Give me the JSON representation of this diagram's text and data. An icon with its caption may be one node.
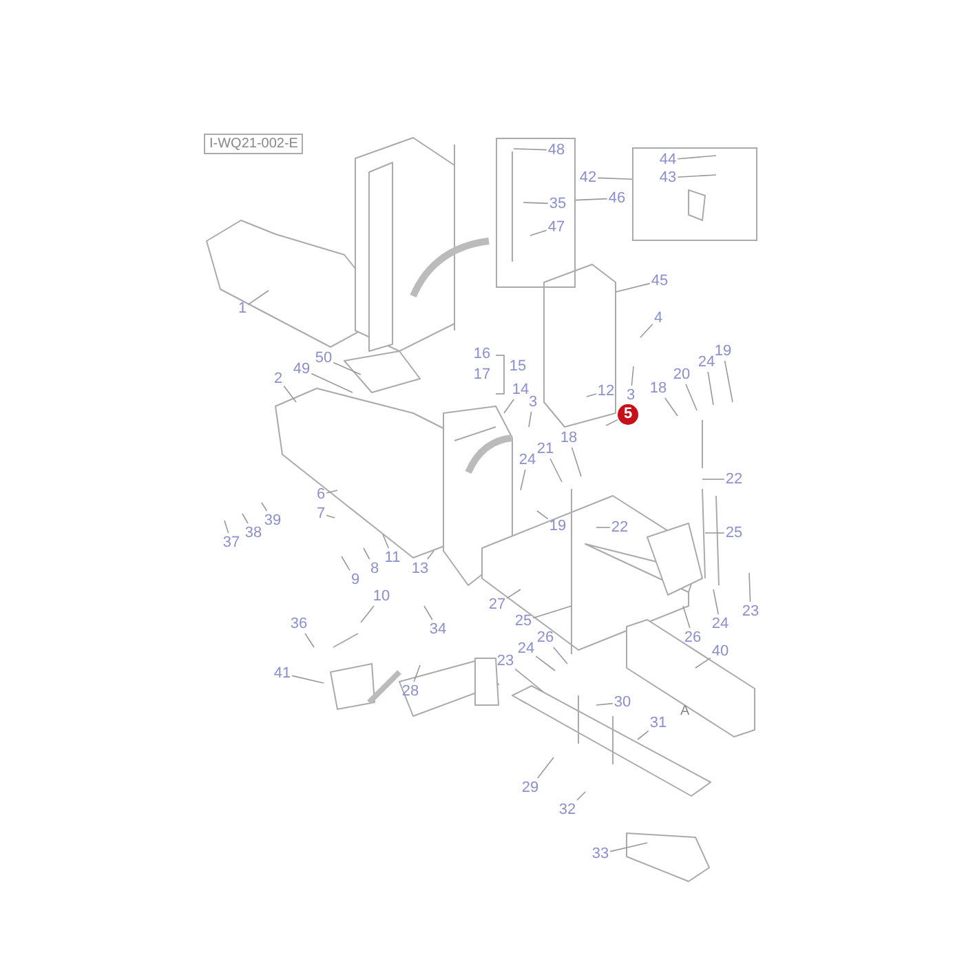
{
  "diagram": {
    "nodes": [
      {
        "text": [],
        "shape": "box"
      },
      {
        "text": [
          "48"
        ],
        "in": 0
      },
      {
        "text": [
          "35"
        ],
        "in": 0
      },
      {
        "text": [
          "47"
        ],
        "in": 0
      },
      {
        "text": [],
        "shape": "box"
      },
      {
        "text": [
          "44"
        ],
        "in": 4
      },
      {
        "text": [
          "43"
        ],
        "in": 4
      },
      {
        "text": [
          "42"
        ]
      },
      {
        "text": [
          "46"
        ]
      },
      {
        "text": [
          "45"
        ]
      },
      {
        "text": [
          "1"
        ]
      },
      {
        "text": [
          "4"
        ]
      },
      {
        "text": [
          "50"
        ]
      },
      {
        "text": [
          "49"
        ]
      },
      {
        "text": [
          "2"
        ]
      },
      {
        "text": [
          "16"
        ]
      },
      {
        "text": [
          "17"
        ]
      },
      {
        "text": [
          "15"
        ]
      },
      {
        "text": [
          "14"
        ]
      },
      {
        "text": [
          "3"
        ]
      },
      {
        "text": [
          "12"
        ]
      },
      {
        "text": [
          "3"
        ]
      },
      {
        "text": [
          "5"
        ]
      },
      {
        "text": [
          "18"
        ]
      },
      {
        "text": [
          "20"
        ]
      },
      {
        "text": [
          "24"
        ]
      },
      {
        "text": [
          "19"
        ]
      },
      {
        "text": [
          "24"
        ]
      },
      {
        "text": [
          "21"
        ]
      },
      {
        "text": [
          "18"
        ]
      },
      {
        "text": [
          "6"
        ]
      },
      {
        "text": [
          "7"
        ]
      },
      {
        "text": [
          "19"
        ]
      },
      {
        "text": [
          "22"
        ]
      },
      {
        "text": [
          "22"
        ]
      },
      {
        "text": [
          "39"
        ]
      },
      {
        "text": [
          "37"
        ]
      },
      {
        "text": [
          "38"
        ]
      },
      {
        "text": [
          "25"
        ]
      },
      {
        "text": [
          "11"
        ]
      },
      {
        "text": [
          "13"
        ]
      },
      {
        "text": [
          "9"
        ]
      },
      {
        "text": [
          "8"
        ]
      },
      {
        "text": [
          "10"
        ]
      },
      {
        "text": [
          "27"
        ]
      },
      {
        "text": [
          "25"
        ]
      },
      {
        "text": [
          "23"
        ]
      },
      {
        "text": [
          "36"
        ]
      },
      {
        "text": [
          "34"
        ]
      },
      {
        "text": [
          "26"
        ]
      },
      {
        "text": [
          "24"
        ]
      },
      {
        "text": [
          "26"
        ]
      },
      {
        "text": [
          "24"
        ]
      },
      {
        "text": [
          "23"
        ]
      },
      {
        "text": [
          "40"
        ]
      },
      {
        "text": [
          "41"
        ]
      },
      {
        "text": [
          "28"
        ]
      },
      {
        "text": [
          "30"
        ]
      },
      {
        "text": [
          "31"
        ]
      },
      {
        "text": [
          "29"
        ]
      },
      {
        "text": [
          "32"
        ]
      },
      {
        "text": [
          "33"
        ]
      }
    ],
    "edges": [
      {
        "from": 1,
        "to": null,
        "arrow": "none"
      },
      {
        "from": 2,
        "to": null,
        "arrow": "none"
      },
      {
        "from": 3,
        "to": null,
        "arrow": "none"
      },
      {
        "from": 5,
        "to": null,
        "arrow": "none"
      },
      {
        "from": 6,
        "to": null,
        "arrow": "none"
      },
      {
        "from": 7,
        "to": 4,
        "arrow": "none"
      },
      {
        "from": 8,
        "to": 0,
        "arrow": "none"
      },
      {
        "from": 9,
        "to": null,
        "arrow": "none"
      },
      {
        "from": 10,
        "to": null,
        "arrow": "none"
      },
      {
        "from": 11,
        "to": null,
        "arrow": "none"
      },
      {
        "from": 12,
        "to": null,
        "arrow": "none"
      },
      {
        "from": 13,
        "to": null,
        "arrow": "none"
      },
      {
        "from": 14,
        "to": null,
        "arrow": "none"
      },
      {
        "from": 18,
        "to": null,
        "arrow": "none"
      },
      {
        "from": 19,
        "to": null,
        "arrow": "none"
      },
      {
        "from": 20,
        "to": null,
        "arrow": "none"
      },
      {
        "from": 21,
        "to": null,
        "arrow": "none"
      },
      {
        "from": 22,
        "to": null,
        "arrow": "none"
      },
      {
        "from": 23,
        "to": null,
        "arrow": "none"
      },
      {
        "from": 24,
        "to": null,
        "arrow": "none"
      },
      {
        "from": 25,
        "to": null,
        "arrow": "none"
      },
      {
        "from": 26,
        "to": null,
        "arrow": "none"
      },
      {
        "from": 27,
        "to": null,
        "arrow": "none"
      },
      {
        "from": 28,
        "to": null,
        "arrow": "none"
      },
      {
        "from": 29,
        "to": null,
        "arrow": "none"
      },
      {
        "from": 30,
        "to": null,
        "arrow": "none"
      },
      {
        "from": 31,
        "to": null,
        "arrow": "none"
      },
      {
        "from": 32,
        "to": null,
        "arrow": "none"
      },
      {
        "from": 33,
        "to": null,
        "arrow": "none"
      },
      {
        "from": 34,
        "to": null,
        "arrow": "none"
      },
      {
        "from": 35,
        "to": null,
        "arrow": "none"
      },
      {
        "from": 36,
        "to": null,
        "arrow": "none"
      },
      {
        "from": 37,
        "to": null,
        "arrow": "none"
      },
      {
        "from": 38,
        "to": null,
        "arrow": "none"
      },
      {
        "from": 39,
        "to": null,
        "arrow": "none"
      },
      {
        "from": 40,
        "to": null,
        "arrow": "none"
      },
      {
        "from": 41,
        "to": null,
        "arrow": "none"
      },
      {
        "from": 42,
        "to": null,
        "arrow": "none"
      },
      {
        "from": 43,
        "to": null,
        "arrow": "none"
      },
      {
        "from": 44,
        "to": null,
        "arrow": "none"
      },
      {
        "from": 45,
        "to": null,
        "arrow": "none"
      },
      {
        "from": 46,
        "to": null,
        "arrow": "none"
      },
      {
        "from": 47,
        "to": null,
        "arrow": "none"
      },
      {
        "from": 48,
        "to": null,
        "arrow": "none"
      },
      {
        "from": 49,
        "to": null,
        "arrow": "none"
      },
      {
        "from": 50,
        "to": null,
        "arrow": "none"
      },
      {
        "from": 51,
        "to": null,
        "arrow": "none"
      },
      {
        "from": 52,
        "to": null,
        "arrow": "none"
      },
      {
        "from": 53,
        "to": null,
        "arrow": "none"
      },
      {
        "from": 54,
        "to": null,
        "arrow": "none"
      },
      {
        "from": 55,
        "to": null,
        "arrow": "none"
      },
      {
        "from": 56,
        "to": null,
        "arrow": "none"
      },
      {
        "from": 57,
        "to": null,
        "arrow": "none"
      },
      {
        "from": 58,
        "to": null,
        "arrow": "none"
      },
      {
        "from": 59,
        "to": null,
        "arrow": "none"
      },
      {
        "from": 60,
        "to": null,
        "arrow": "none"
      },
      {
        "from": 61,
        "to": null,
        "arrow": "none"
      }
    ],
    "labels": [
      "I-WQ21-002-E",
      "A"
    ]
  }
}
